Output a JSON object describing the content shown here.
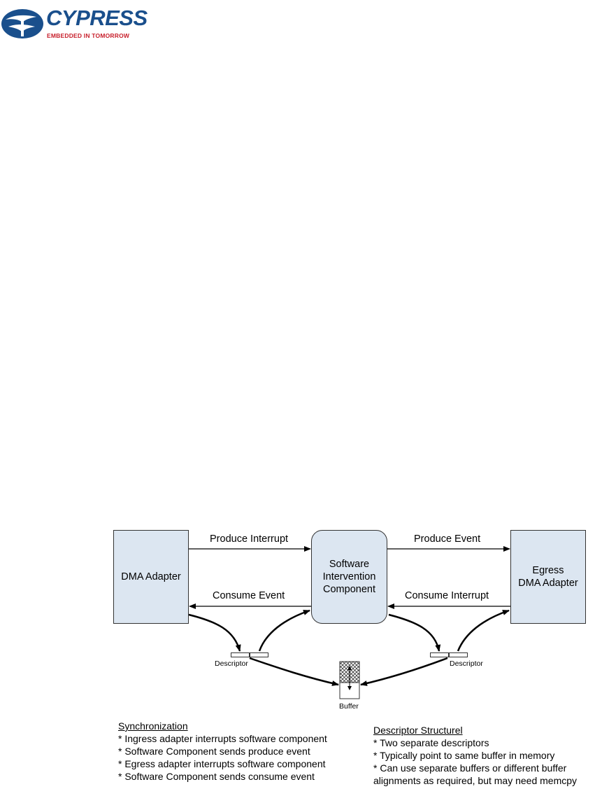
{
  "logo": {
    "name": "CYPRESS",
    "tagline": "EMBEDDED IN TOMORROW",
    "icon": "cypress-tree-icon",
    "colors": {
      "brand_blue": "#1a4f8c",
      "tagline_red": "#c8202c"
    }
  },
  "diagram": {
    "boxes": {
      "ingress": "DMA Adapter",
      "software": "Software\nIntervention\nComponent",
      "egress": "Egress\nDMA Adapter"
    },
    "arrows": {
      "produce_interrupt": "Produce Interrupt",
      "consume_event": "Consume Event",
      "produce_event": "Produce Event",
      "consume_interrupt": "Consume Interrupt"
    },
    "descriptor_left": "Descriptor",
    "descriptor_right": "Descriptor",
    "buffer": "Buffer",
    "box_fill": "#dce6f1"
  },
  "notes": {
    "synchronization": {
      "heading": "Synchronization",
      "items": [
        "* Ingress adapter interrupts software  component",
        "* Software Component sends produce event",
        "* Egress adapter interrupts software  component",
        "* Software Component sends consume event"
      ]
    },
    "descriptor_structure": {
      "heading": "Descriptor Structurel",
      "items": [
        "* Two separate descriptors",
        "* Typically point to same buffer in memory",
        "* Can use separate buffers or different buffer alignments as required, but may need memcpy"
      ]
    }
  }
}
